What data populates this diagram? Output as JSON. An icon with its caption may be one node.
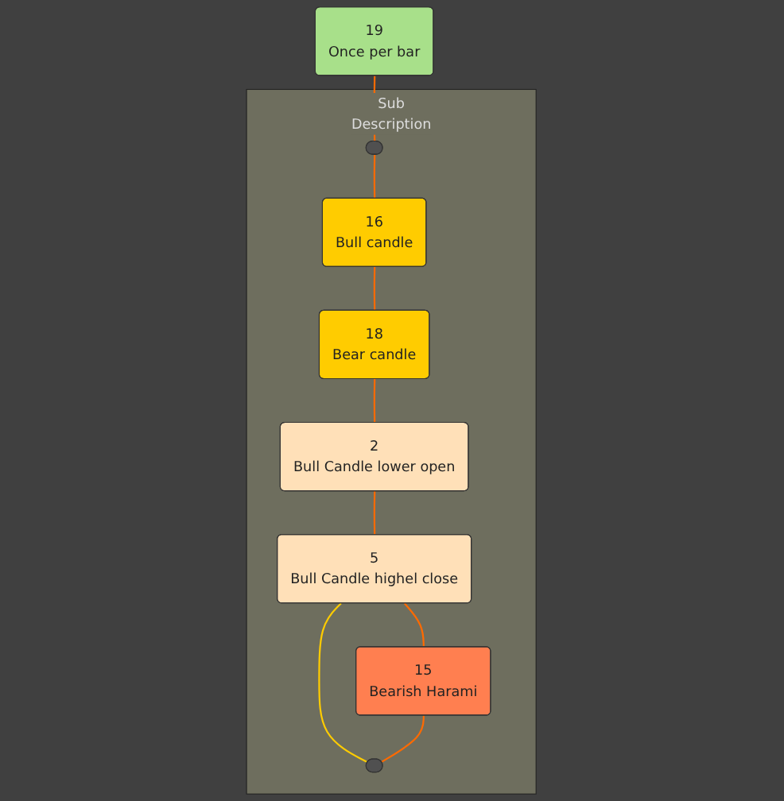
{
  "diagram": {
    "nodes": [
      {
        "text": [
          "19",
          "Once per bar"
        ]
      },
      {
        "text": [
          "Sub",
          "Description"
        ]
      },
      {
        "text": [],
        "shape": "bar",
        "in": 1
      },
      {
        "text": [
          "16",
          "Bull candle"
        ],
        "in": 1
      },
      {
        "text": [
          "18",
          "Bear candle"
        ],
        "in": 1
      },
      {
        "text": [
          "2",
          "Bull Candle lower open"
        ],
        "in": 1
      },
      {
        "text": [
          "5",
          "Bull Candle highel close"
        ],
        "in": 1
      },
      {
        "text": [
          "15",
          "Bearish Harami"
        ],
        "in": 1
      },
      {
        "text": [],
        "shape": "bar",
        "in": 1
      }
    ],
    "edges": [
      {
        "from": 0,
        "to": 2,
        "arrow": "none"
      },
      {
        "from": 2,
        "to": 3,
        "arrow": "none"
      },
      {
        "from": 3,
        "to": 4,
        "arrow": "none"
      },
      {
        "from": 4,
        "to": 5,
        "arrow": "none"
      },
      {
        "from": 5,
        "to": 6,
        "arrow": "none"
      },
      {
        "from": 6,
        "to": 7,
        "arrow": "none"
      },
      {
        "from": 6,
        "to": 8,
        "arrow": "none",
        "color": "#ffcc00"
      },
      {
        "from": 7,
        "to": 8,
        "arrow": "none"
      }
    ]
  }
}
